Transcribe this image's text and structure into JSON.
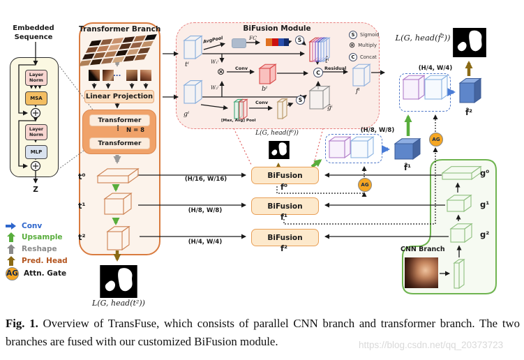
{
  "embedded_block": {
    "title": "Embedded Sequence",
    "layer_norm1": "Layer Norm",
    "msa": "MSA",
    "layer_norm2": "Layer Norm",
    "mlp": "MLP",
    "z": "Z"
  },
  "legend": {
    "ag": "AG",
    "items": [
      {
        "label": "Conv",
        "color": "#2E66CC"
      },
      {
        "label": "Upsample",
        "color": "#58AD3C"
      },
      {
        "label": "Reshape",
        "color": "#8A8A8A"
      },
      {
        "label": "Pred. Head",
        "color": "#B3541E"
      },
      {
        "label": "Attn. Gate",
        "color": "#1a1a1a"
      }
    ]
  },
  "transformer_branch": {
    "title": "Transformer Branch",
    "dots": "...",
    "linear_projection": "Linear Projection",
    "transformer_top": "Transformer",
    "transformer_bottom": "Transformer",
    "vdots": "⋮",
    "n_label": "N = 8",
    "t0": "t⁰",
    "t1": "t¹",
    "t2": "t²",
    "loss": "L(G, head(t²))"
  },
  "bifusion_module": {
    "title": "BiFusion Module",
    "t_in": "tⁱ",
    "g_in": "gⁱ",
    "b": "bⁱ",
    "f_out": "fⁱ",
    "t_hat": "t̂ⁱ",
    "g_hat": "ĝⁱ",
    "avgpool": "AvgPool",
    "fc": "FC",
    "w1": "W₁ⁱ",
    "w2": "W₂ⁱ",
    "conv_top": "Conv",
    "conv_bottom": "Conv",
    "residual": "Residual",
    "pool": "[Max, Avg] Pool",
    "ops": {
      "sigmoid": "S",
      "multiply": "⊗",
      "concat": "C"
    },
    "ops_legend": [
      {
        "symbol": "S",
        "label": "Sigmoid"
      },
      {
        "symbol": "⊗",
        "label": "Multiply"
      },
      {
        "symbol": "C",
        "label": "Concat"
      }
    ]
  },
  "fusion_rows": [
    {
      "label": "BiFusion",
      "output": "f⁰",
      "size": "(H/16, W/16)"
    },
    {
      "label": "BiFusion",
      "output": "f¹",
      "size": "(H/8, W/8)"
    },
    {
      "label": "BiFusion",
      "output": "f²",
      "size": "(H/4, W/4)"
    }
  ],
  "decoder": {
    "loss_f0": "L(G, head(f⁰))",
    "loss_f2": "L(G, head(f̂²))",
    "size_h8": "(H/8, W/8)",
    "size_h4": "(H/4, W/4)",
    "f1_hat": "f̂¹",
    "f2_hat": "f̂²",
    "ag": "AG"
  },
  "cnn_branch": {
    "title": "CNN Branch",
    "g0": "g⁰",
    "g1": "g¹",
    "g2": "g²"
  },
  "caption": {
    "fig": "Fig. 1.",
    "text": "Overview of TransFuse, which consists of parallel CNN branch and transformer branch. The two branches are fused with our customized BiFusion module."
  },
  "watermark": "https://blog.csdn.net/qq_20373723"
}
